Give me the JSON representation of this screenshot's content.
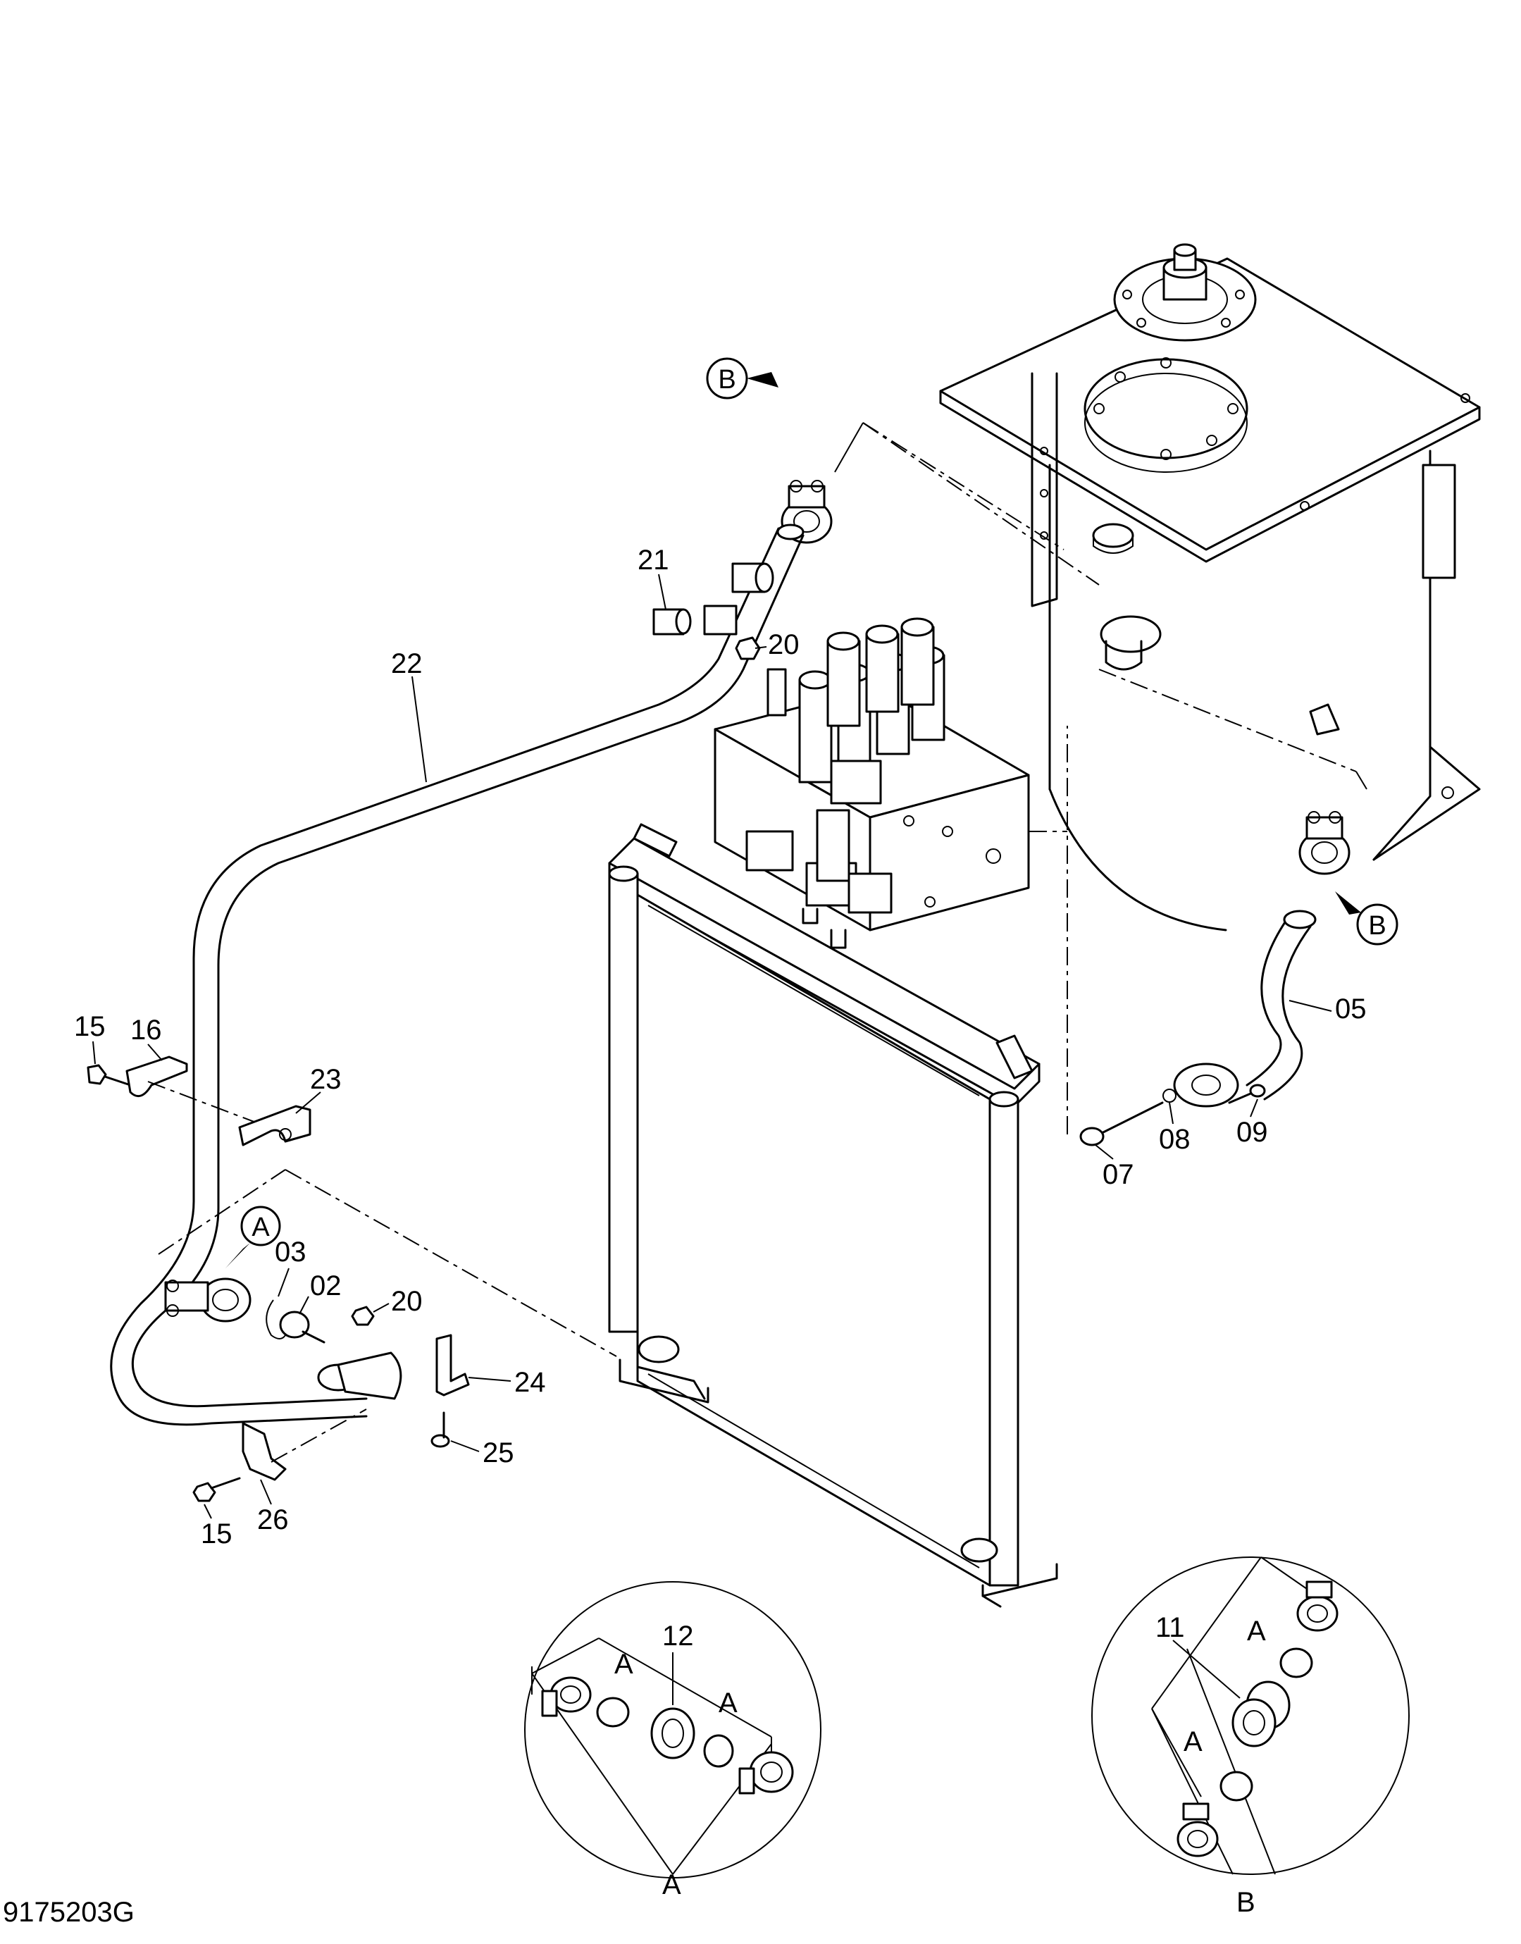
{
  "drawing_id": "9175203G",
  "callouts": {
    "a": "A",
    "b": "B"
  },
  "part_labels": {
    "p02": "02",
    "p03": "03",
    "p05": "05",
    "p07": "07",
    "p08": "08",
    "p09": "09",
    "p11": "11",
    "p12": "12",
    "p15": "15",
    "p16": "16",
    "p20": "20",
    "p21": "21",
    "p22": "22",
    "p23": "23",
    "p24": "24",
    "p25": "25",
    "p26": "26"
  },
  "detail_views": {
    "a": "A",
    "b": "B"
  }
}
